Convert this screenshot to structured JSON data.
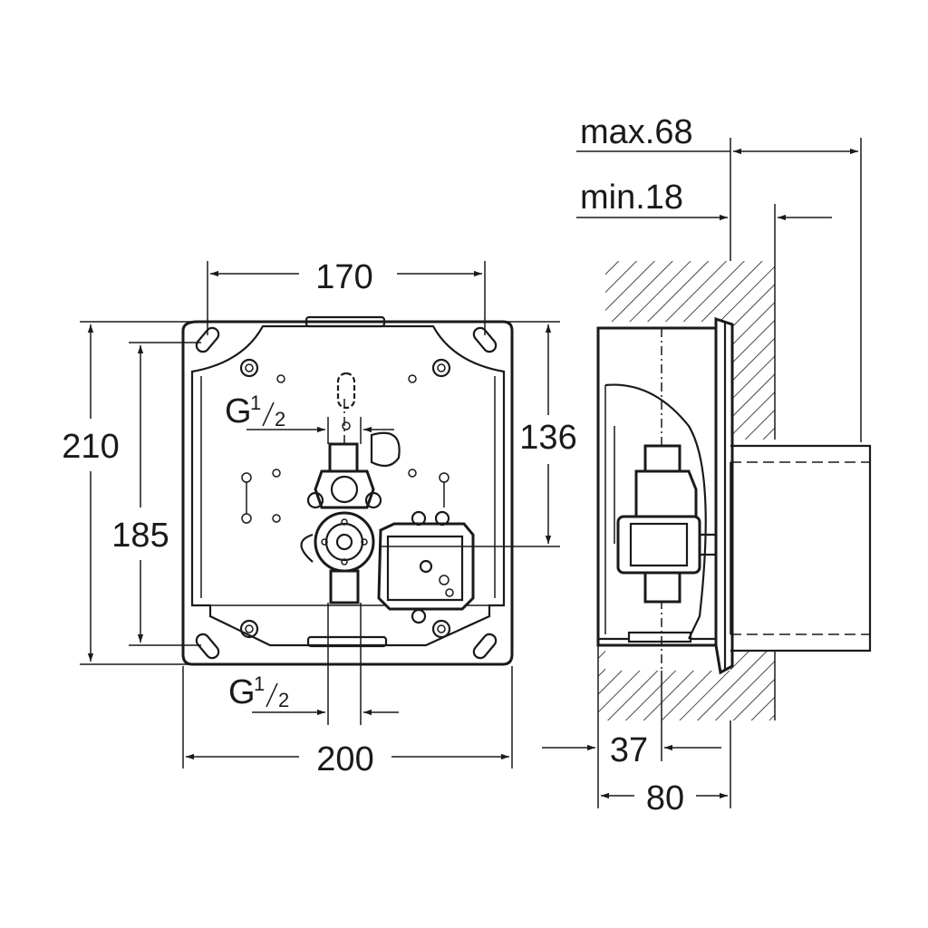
{
  "front_view": {
    "width_outer": "200",
    "width_holes": "170",
    "height_outer": "210",
    "height_holes": "185",
    "height_inner": "136",
    "connection_top": {
      "letter": "G",
      "num": "1",
      "den": "2"
    },
    "connection_bottom": {
      "letter": "G",
      "num": "1",
      "den": "2"
    }
  },
  "side_view": {
    "depth_max": "max.68",
    "depth_min": "min.18",
    "depth_pipe": "37",
    "depth_total": "80"
  }
}
